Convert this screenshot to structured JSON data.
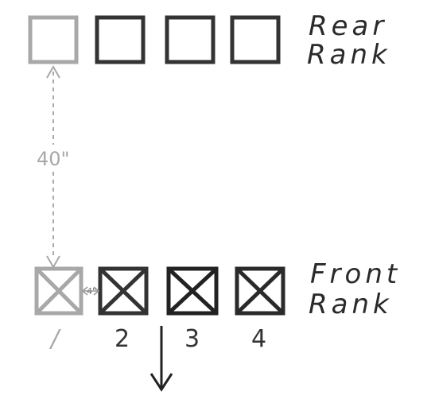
{
  "rear_rank": {
    "label_line1": "Rear",
    "label_line2": "Rank",
    "soldiers": 4
  },
  "front_rank": {
    "label_line1": "Front",
    "label_line2": "Rank",
    "soldiers": 4
  },
  "distance_label": "40\"",
  "interval_label": "4\"",
  "file_numbers": [
    "/",
    "2",
    "3",
    "4"
  ],
  "colors": {
    "ink": "#2a2a2a",
    "guide": "#a8a8a8"
  }
}
